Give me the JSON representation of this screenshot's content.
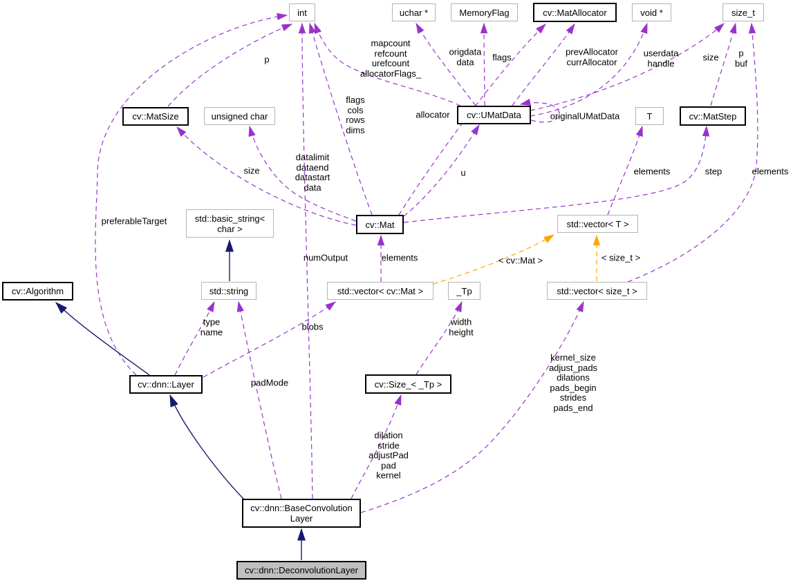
{
  "diagram": {
    "type": "collaboration-diagram",
    "main_class": "cv::dnn::DeconvolutionLayer",
    "colors": {
      "usage_edge": "#9a32cd",
      "inheritance_edge": "#191970",
      "template_edge": "#ffa500",
      "node_background": "#ffffff",
      "highlight_node_background": "#bfbfbf",
      "node_border": "#b4b4b4",
      "node_border_strong": "#000000",
      "background": "#ffffff"
    },
    "nodes": {
      "int": {
        "label": "int"
      },
      "uchar_ptr": {
        "label": "uchar *"
      },
      "memory_flag": {
        "label": "MemoryFlag"
      },
      "mat_allocator": {
        "label": "cv::MatAllocator"
      },
      "void_ptr": {
        "label": "void *"
      },
      "size_t": {
        "label": "size_t"
      },
      "mat_size": {
        "label": "cv::MatSize"
      },
      "unsigned_char": {
        "label": "unsigned char"
      },
      "umat_data": {
        "label": "cv::UMatData"
      },
      "t": {
        "label": "T"
      },
      "mat_step": {
        "label": "cv::MatStep"
      },
      "basic_string": {
        "label": "std::basic_string<\nchar >"
      },
      "mat": {
        "label": "cv::Mat"
      },
      "vector_t": {
        "label": "std::vector< T >"
      },
      "algorithm": {
        "label": "cv::Algorithm"
      },
      "string": {
        "label": "std::string"
      },
      "vector_mat": {
        "label": "std::vector< cv::Mat >"
      },
      "tp": {
        "label": "_Tp"
      },
      "vector_size_t": {
        "label": "std::vector< size_t >"
      },
      "layer": {
        "label": "cv::dnn::Layer"
      },
      "size_tpl": {
        "label": "cv::Size_< _Tp >"
      },
      "base_conv": {
        "label": "cv::dnn::BaseConvolution\nLayer"
      },
      "deconv": {
        "label": "cv::dnn::DeconvolutionLayer"
      }
    },
    "edge_labels": {
      "preferable_target": "preferableTarget",
      "p_matsize": "p",
      "num_output": "numOutput",
      "mat_int": "flags\ncols\nrows\ndims",
      "umat_int": "mapcount\nrefcount\nurefcount\nallocatorFlags_",
      "origdata": "origdata\ndata",
      "umat_flags": "flags",
      "prev_alloc": "prevAllocator\ncurrAllocator",
      "allocator": "allocator",
      "userdata": "userdata\nhandle",
      "umat_size": "size",
      "p_buf": "p\nbuf",
      "elements_size_t": "elements",
      "original_umat": "originalUMatData",
      "u": "u",
      "datalimit": "datalimit\ndataend\ndatastart\ndata",
      "mat_size_member": "size",
      "step": "step",
      "elements_t": "elements",
      "elements_mat": "elements",
      "tpl_cv_mat": "< cv::Mat >",
      "tpl_size_t": "< size_t >",
      "type_name": "type\nname",
      "blobs": "blobs",
      "width_height": "width\nheight",
      "pad_mode": "padMode",
      "dilation": "dilation\nstride\nadjustPad\npad\nkernel",
      "kernel_size": "kernel_size\nadjust_pads\ndilations\npads_begin\nstrides\npads_end"
    }
  }
}
